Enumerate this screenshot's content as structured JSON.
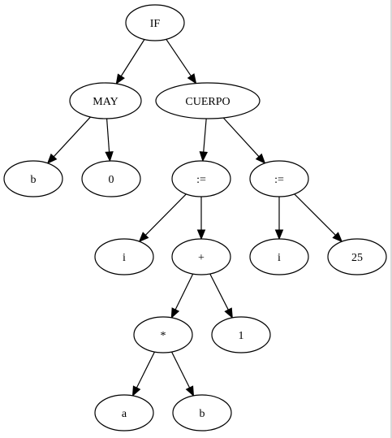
{
  "tree": {
    "nodes": [
      {
        "id": "if",
        "label": "IF"
      },
      {
        "id": "may",
        "label": "MAY"
      },
      {
        "id": "cuerpo",
        "label": "CUERPO"
      },
      {
        "id": "b1",
        "label": "b"
      },
      {
        "id": "zero",
        "label": "0"
      },
      {
        "id": "assign1",
        "label": ":="
      },
      {
        "id": "assign2",
        "label": ":="
      },
      {
        "id": "i1",
        "label": "i"
      },
      {
        "id": "plus",
        "label": "+"
      },
      {
        "id": "i2",
        "label": "i"
      },
      {
        "id": "n25",
        "label": "25"
      },
      {
        "id": "mul",
        "label": "*"
      },
      {
        "id": "one",
        "label": "1"
      },
      {
        "id": "a",
        "label": "a"
      },
      {
        "id": "b2",
        "label": "b"
      }
    ],
    "edges": [
      {
        "from": "if",
        "to": "may"
      },
      {
        "from": "if",
        "to": "cuerpo"
      },
      {
        "from": "may",
        "to": "b1"
      },
      {
        "from": "may",
        "to": "zero"
      },
      {
        "from": "cuerpo",
        "to": "assign1"
      },
      {
        "from": "cuerpo",
        "to": "assign2"
      },
      {
        "from": "assign1",
        "to": "i1"
      },
      {
        "from": "assign1",
        "to": "plus"
      },
      {
        "from": "assign2",
        "to": "i2"
      },
      {
        "from": "assign2",
        "to": "n25"
      },
      {
        "from": "plus",
        "to": "mul"
      },
      {
        "from": "plus",
        "to": "one"
      },
      {
        "from": "mul",
        "to": "a"
      },
      {
        "from": "mul",
        "to": "b2"
      }
    ]
  }
}
